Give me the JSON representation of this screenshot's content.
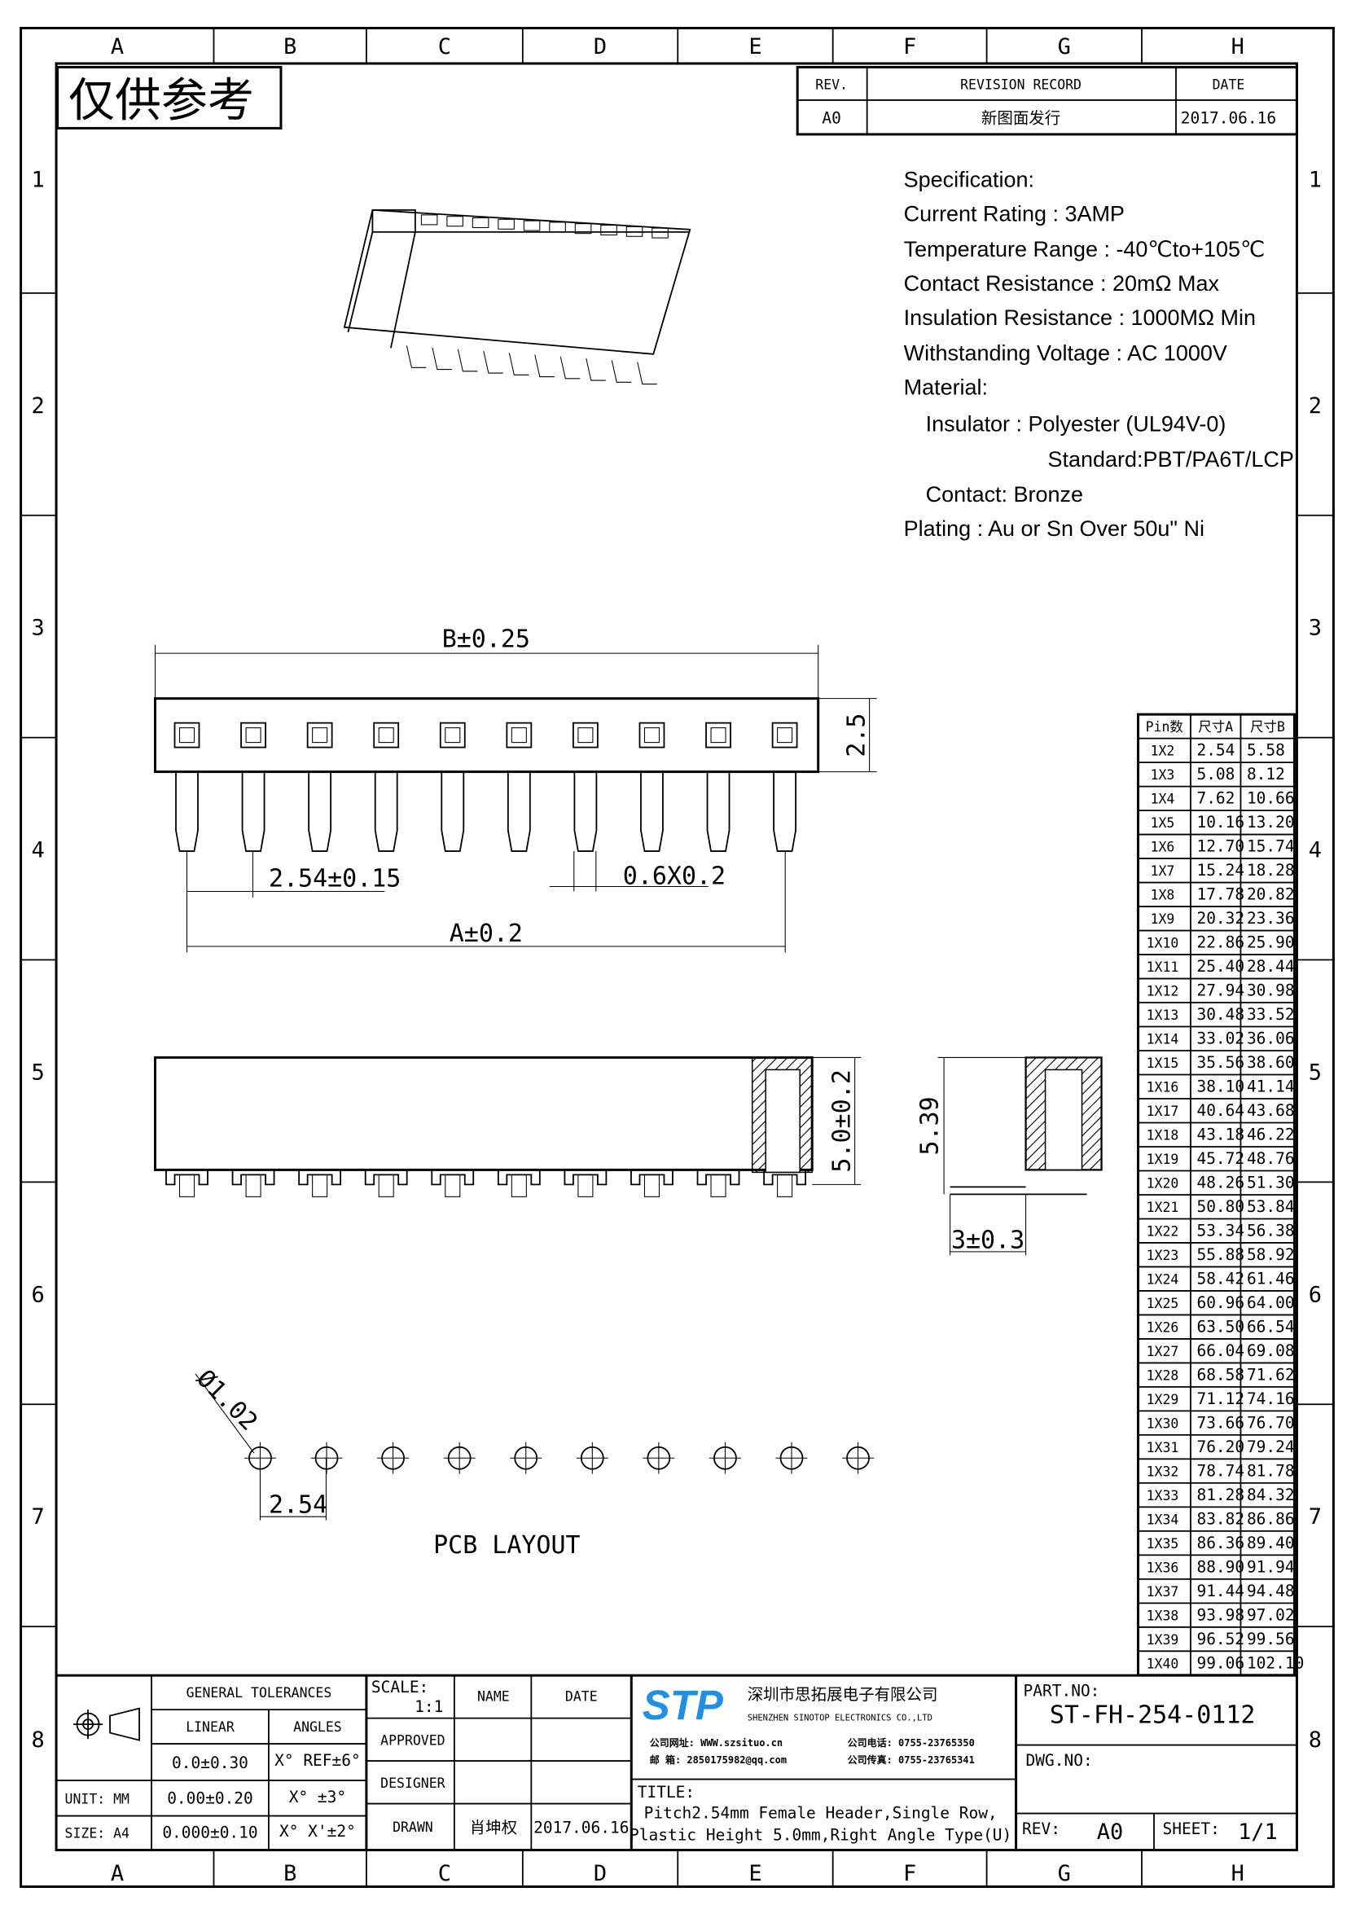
{
  "frame": {
    "cols": [
      "A",
      "B",
      "C",
      "D",
      "E",
      "F",
      "G",
      "H"
    ],
    "rows": [
      "1",
      "2",
      "3",
      "4",
      "5",
      "6",
      "7",
      "8"
    ]
  },
  "stamp": "仅供参考",
  "revision": {
    "h_rev": "REV.",
    "h_record": "REVISION RECORD",
    "h_date": "DATE",
    "rev": "A0",
    "record": "新图面发行",
    "date": "2017.06.16"
  },
  "spec": {
    "title": "Specification:",
    "lines": [
      "Current Rating : 3AMP",
      "Temperature Range : -40℃to+105℃",
      "Contact Resistance : 20mΩ Max",
      "Insulation Resistance : 1000MΩ Min",
      "Withstanding Voltage : AC 1000V",
      "Material:"
    ],
    "insulator": "Insulator : Polyester (UL94V-0)",
    "standard": "Standard:PBT/PA6T/LCP",
    "contact": "Contact: Bronze",
    "plating": "Plating : Au or Sn Over 50u\" Ni"
  },
  "dims": {
    "b": "B±0.25",
    "h25": "2.5",
    "pitch": "2.54±0.15",
    "pin": "0.6X0.2",
    "a": "A±0.2",
    "h50": "5.0±0.2",
    "h539": "5.39",
    "d3": "3±0.3",
    "dia": "Ø1.02",
    "p254": "2.54",
    "pcb": "PCB LAYOUT"
  },
  "table": {
    "headers": [
      "Pin数",
      "尺寸A",
      "尺寸B"
    ],
    "rows": [
      [
        "1X2",
        "2.54",
        "5.58"
      ],
      [
        "1X3",
        "5.08",
        "8.12"
      ],
      [
        "1X4",
        "7.62",
        "10.66"
      ],
      [
        "1X5",
        "10.16",
        "13.20"
      ],
      [
        "1X6",
        "12.70",
        "15.74"
      ],
      [
        "1X7",
        "15.24",
        "18.28"
      ],
      [
        "1X8",
        "17.78",
        "20.82"
      ],
      [
        "1X9",
        "20.32",
        "23.36"
      ],
      [
        "1X10",
        "22.86",
        "25.90"
      ],
      [
        "1X11",
        "25.40",
        "28.44"
      ],
      [
        "1X12",
        "27.94",
        "30.98"
      ],
      [
        "1X13",
        "30.48",
        "33.52"
      ],
      [
        "1X14",
        "33.02",
        "36.06"
      ],
      [
        "1X15",
        "35.56",
        "38.60"
      ],
      [
        "1X16",
        "38.10",
        "41.14"
      ],
      [
        "1X17",
        "40.64",
        "43.68"
      ],
      [
        "1X18",
        "43.18",
        "46.22"
      ],
      [
        "1X19",
        "45.72",
        "48.76"
      ],
      [
        "1X20",
        "48.26",
        "51.30"
      ],
      [
        "1X21",
        "50.80",
        "53.84"
      ],
      [
        "1X22",
        "53.34",
        "56.38"
      ],
      [
        "1X23",
        "55.88",
        "58.92"
      ],
      [
        "1X24",
        "58.42",
        "61.46"
      ],
      [
        "1X25",
        "60.96",
        "64.00"
      ],
      [
        "1X26",
        "63.50",
        "66.54"
      ],
      [
        "1X27",
        "66.04",
        "69.08"
      ],
      [
        "1X28",
        "68.58",
        "71.62"
      ],
      [
        "1X29",
        "71.12",
        "74.16"
      ],
      [
        "1X30",
        "73.66",
        "76.70"
      ],
      [
        "1X31",
        "76.20",
        "79.24"
      ],
      [
        "1X32",
        "78.74",
        "81.78"
      ],
      [
        "1X33",
        "81.28",
        "84.32"
      ],
      [
        "1X34",
        "83.82",
        "86.86"
      ],
      [
        "1X35",
        "86.36",
        "89.40"
      ],
      [
        "1X36",
        "88.90",
        "91.94"
      ],
      [
        "1X37",
        "91.44",
        "94.48"
      ],
      [
        "1X38",
        "93.98",
        "97.02"
      ],
      [
        "1X39",
        "96.52",
        "99.56"
      ],
      [
        "1X40",
        "99.06",
        "102.10"
      ]
    ]
  },
  "title_block": {
    "gen_tol": "GENERAL TOLERANCES",
    "linear": "LINEAR",
    "angles": "ANGLES",
    "lin": [
      "0.0±0.30",
      "0.00±0.20",
      "0.000±0.10"
    ],
    "ang": [
      "X° REF±6°",
      "X° ±3°",
      "X° X'±2°"
    ],
    "unit": "UNIT: MM",
    "size": "SIZE: A4",
    "scale_label": "SCALE:",
    "scale": "1:1",
    "name": "NAME",
    "date": "DATE",
    "approved": "APPROVED",
    "designer": "DESIGNER",
    "drawn": "DRAWN",
    "drawn_name": "肖坤权",
    "drawn_date": "2017.06.16",
    "logo": "STP",
    "company_cn": "深圳市思拓展电子有限公司",
    "company_en": "SHENZHEN SINOTOP ELECTRONICS CO.,LTD",
    "web": "公司网址: WWW.szsituo.cn",
    "mail": "邮    箱: 2850175982@qq.com",
    "tel": "公司电话: 0755-23765350",
    "fax": "公司传真: 0755-23765341",
    "title_label": "TITLE:",
    "title1": "Pitch2.54mm Female Header,Single Row,",
    "title2": "Plastic Height 5.0mm,Right Angle Type(U)",
    "part_label": "PART.NO:",
    "part_no": "ST-FH-254-0112",
    "dwg_label": "DWG.NO:",
    "rev_label": "REV:",
    "rev": "A0",
    "sheet_label": "SHEET:",
    "sheet": "1/1"
  },
  "colors": {
    "logo": "#1e90e6"
  }
}
